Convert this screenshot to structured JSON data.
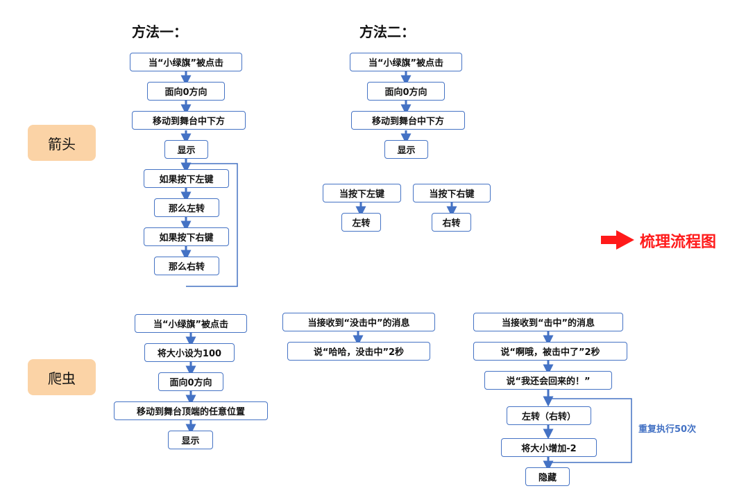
{
  "headings": {
    "method1": "方法一：",
    "method2": "方法二："
  },
  "sprites": {
    "arrow": "箭头",
    "bug": "爬虫"
  },
  "flow_title": "梳理流程图",
  "method1": [
    "当“小绿旗”被点击",
    "面向0方向",
    "移动到舞台中下方",
    "显示",
    "如果按下左键",
    "那么左转",
    "如果按下右键",
    "那么右转"
  ],
  "method2": {
    "main": [
      "当“小绿旗”被点击",
      "面向0方向",
      "移动到舞台中下方",
      "显示"
    ],
    "left": [
      "当按下左键",
      "左转"
    ],
    "right": [
      "当按下右键",
      "右转"
    ]
  },
  "bug": {
    "flag": [
      "当“小绿旗”被点击",
      "将大小设为100",
      "面向0方向",
      "移动到舞台顶端的任意位置",
      "显示"
    ],
    "miss": [
      "当接收到“没击中”的消息",
      "说“哈哈，没击中”2秒"
    ],
    "hit": [
      "当接收到“击中”的消息",
      "说“啊哦，被击中了”2秒",
      "说“我还会回来的！”",
      "左转（右转）",
      "将大小增加-2",
      "隐藏"
    ],
    "repeat_label": "重复执行50次"
  },
  "colors": {
    "box_border": "#4472c4",
    "connector": "#4472c4",
    "accent_red": "#ff1a1a",
    "tag_bg": "#fbd3a6"
  }
}
